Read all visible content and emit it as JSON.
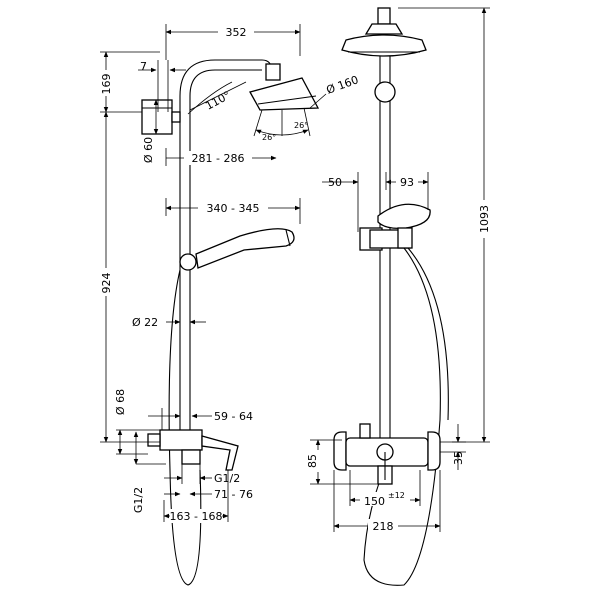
{
  "dimensions": {
    "d352": "352",
    "d7": "7",
    "d169": "169",
    "d110": "110°",
    "d160": "Ø 160",
    "d26a": "26°",
    "d26b": "26°",
    "d60": "Ø 60",
    "d281": "281 - 286",
    "d340": "340 - 345",
    "d924": "924",
    "d22": "Ø 22",
    "d68": "Ø 68",
    "d5964": "59 - 64",
    "dG12a": "G1/2",
    "dG12b": "G1/2",
    "d7176": "71 - 76",
    "d163": "163 - 168",
    "d50": "50",
    "d93": "93",
    "d1093": "1093",
    "d85": "85",
    "d35": "35",
    "d150": "150",
    "d150tol": "±12",
    "d218": "218"
  }
}
